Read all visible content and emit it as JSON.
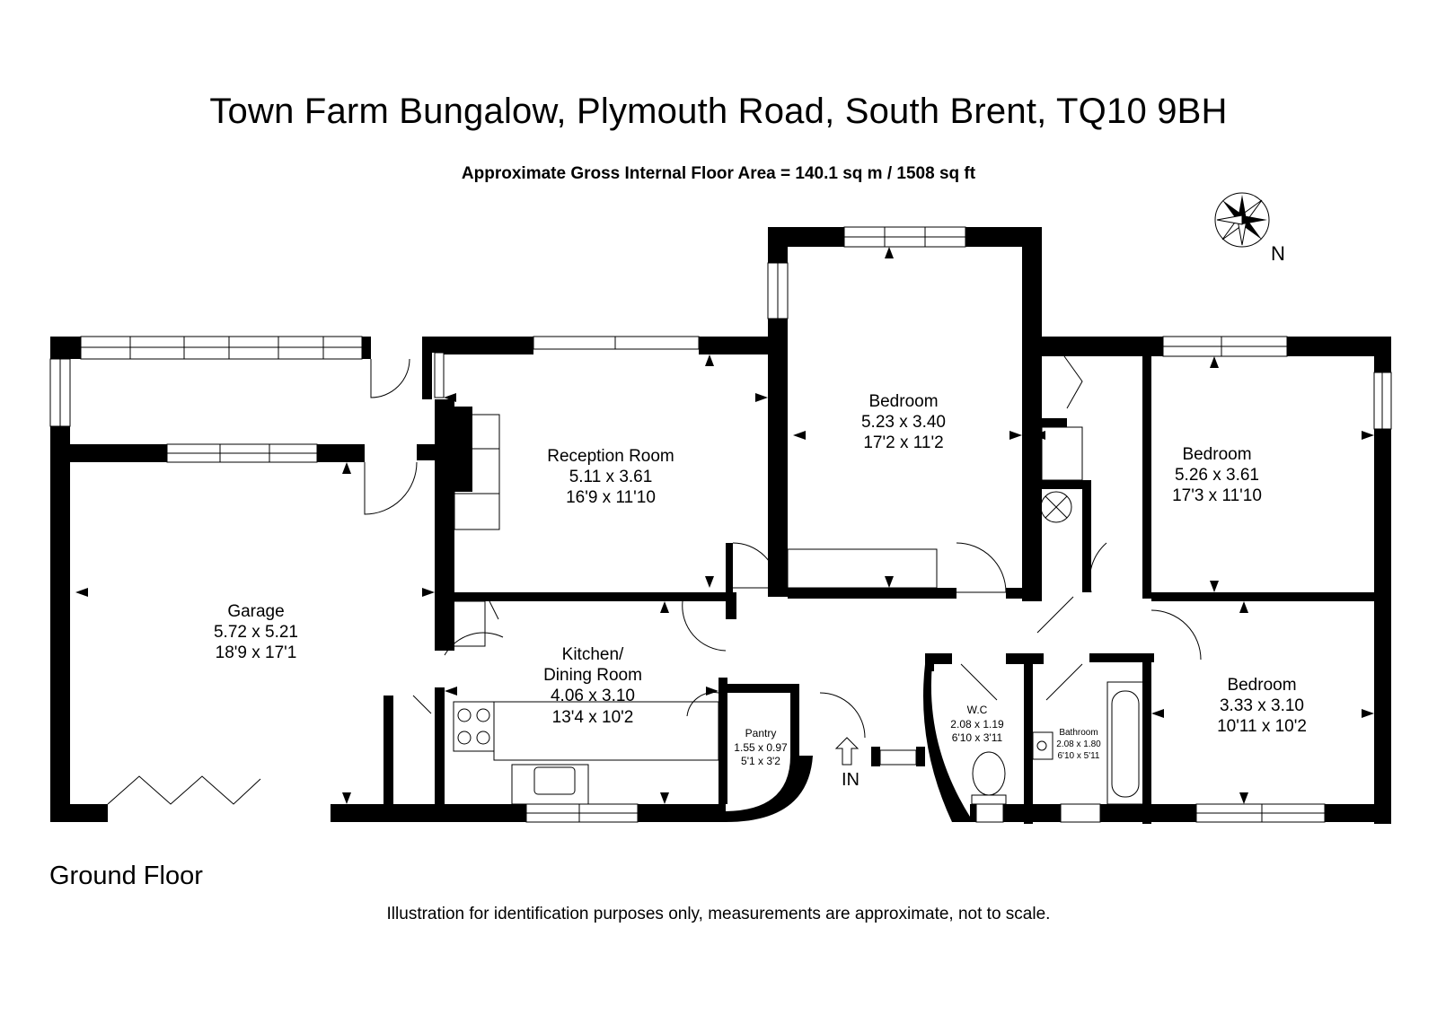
{
  "title": "Town Farm Bungalow, Plymouth Road, South Brent, TQ10 9BH",
  "subtitle": "Approximate Gross Internal Floor Area = 140.1 sq m / 1508 sq ft",
  "compass": {
    "icon": "compass-rose-icon",
    "label": "N"
  },
  "floor_label": "Ground Floor",
  "entrance_label": "IN",
  "disclaimer": "Illustration for identification purposes only, measurements are approximate, not to scale.",
  "rooms": {
    "garage": {
      "name": "Garage",
      "metric": "5.72 x 5.21",
      "imperial": "18'9 x 17'1"
    },
    "reception": {
      "name": "Reception Room",
      "metric": "5.11 x 3.61",
      "imperial": "16'9 x 11'10"
    },
    "bedroom1": {
      "name": "Bedroom",
      "metric": "5.23 x 3.40",
      "imperial": "17'2 x 11'2"
    },
    "bedroom2": {
      "name": "Bedroom",
      "metric": "5.26 x 3.61",
      "imperial": "17'3 x 11'10"
    },
    "bedroom3": {
      "name": "Bedroom",
      "metric": "3.33 x 3.10",
      "imperial": "10'11 x 10'2"
    },
    "kitchen": {
      "name_line1": "Kitchen/",
      "name_line2": "Dining Room",
      "metric": "4.06 x 3.10",
      "imperial": "13'4 x 10'2"
    },
    "pantry": {
      "name": "Pantry",
      "metric": "1.55 x 0.97",
      "imperial": "5'1 x 3'2"
    },
    "wc": {
      "name": "W.C",
      "metric": "2.08 x 1.19",
      "imperial": "6'10 x 3'11"
    },
    "bathroom": {
      "name": "Bathroom",
      "metric": "2.08 x 1.80",
      "imperial": "6'10 x 5'11"
    }
  }
}
